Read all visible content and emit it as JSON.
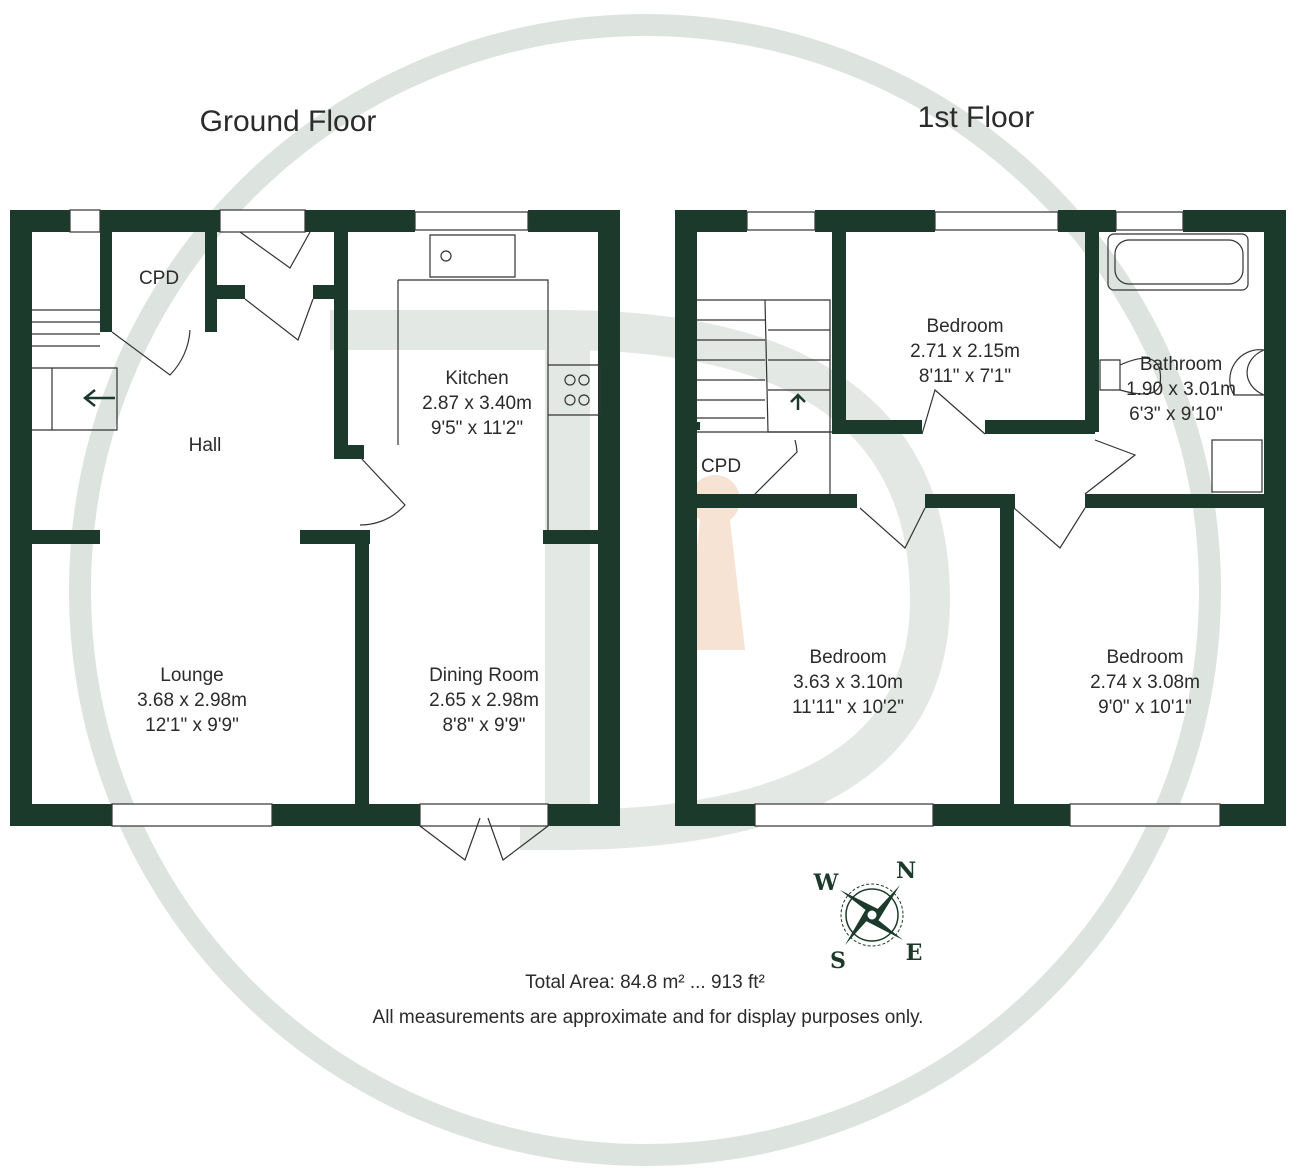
{
  "floors": [
    {
      "title": "Ground Floor",
      "rooms": [
        {
          "name": "CPD"
        },
        {
          "name": "Hall"
        },
        {
          "name": "Kitchen",
          "metric": "2.87 x 3.40m",
          "imperial": "9'5\" x 11'2\""
        },
        {
          "name": "Lounge",
          "metric": "3.68 x 2.98m",
          "imperial": "12'1\" x 9'9\""
        },
        {
          "name": "Dining Room",
          "metric": "2.65 x 2.98m",
          "imperial": "8'8\" x 9'9\""
        }
      ]
    },
    {
      "title": "1st Floor",
      "rooms": [
        {
          "name": "Bedroom",
          "metric": "2.71 x 2.15m",
          "imperial": "8'11\" x 7'1\""
        },
        {
          "name": "Bathroom",
          "metric": "1.90 x 3.01m",
          "imperial": "6'3\" x 9'10\""
        },
        {
          "name": "CPD"
        },
        {
          "name": "Bedroom",
          "metric": "3.63 x 3.10m",
          "imperial": "11'11\" x 10'2\""
        },
        {
          "name": "Bedroom",
          "metric": "2.74 x 3.08m",
          "imperial": "9'0\" x 10'1\""
        }
      ]
    }
  ],
  "compass": {
    "n": "N",
    "e": "E",
    "s": "S",
    "w": "W"
  },
  "footer": {
    "total_area": "Total Area: 84.8 m² ... 913 ft²",
    "disclaimer": "All measurements are approximate and for display purposes only."
  },
  "colors": {
    "wall": "#1c3a2b",
    "watermark": "#dde3df",
    "keyhole": "#f7e3d3"
  }
}
